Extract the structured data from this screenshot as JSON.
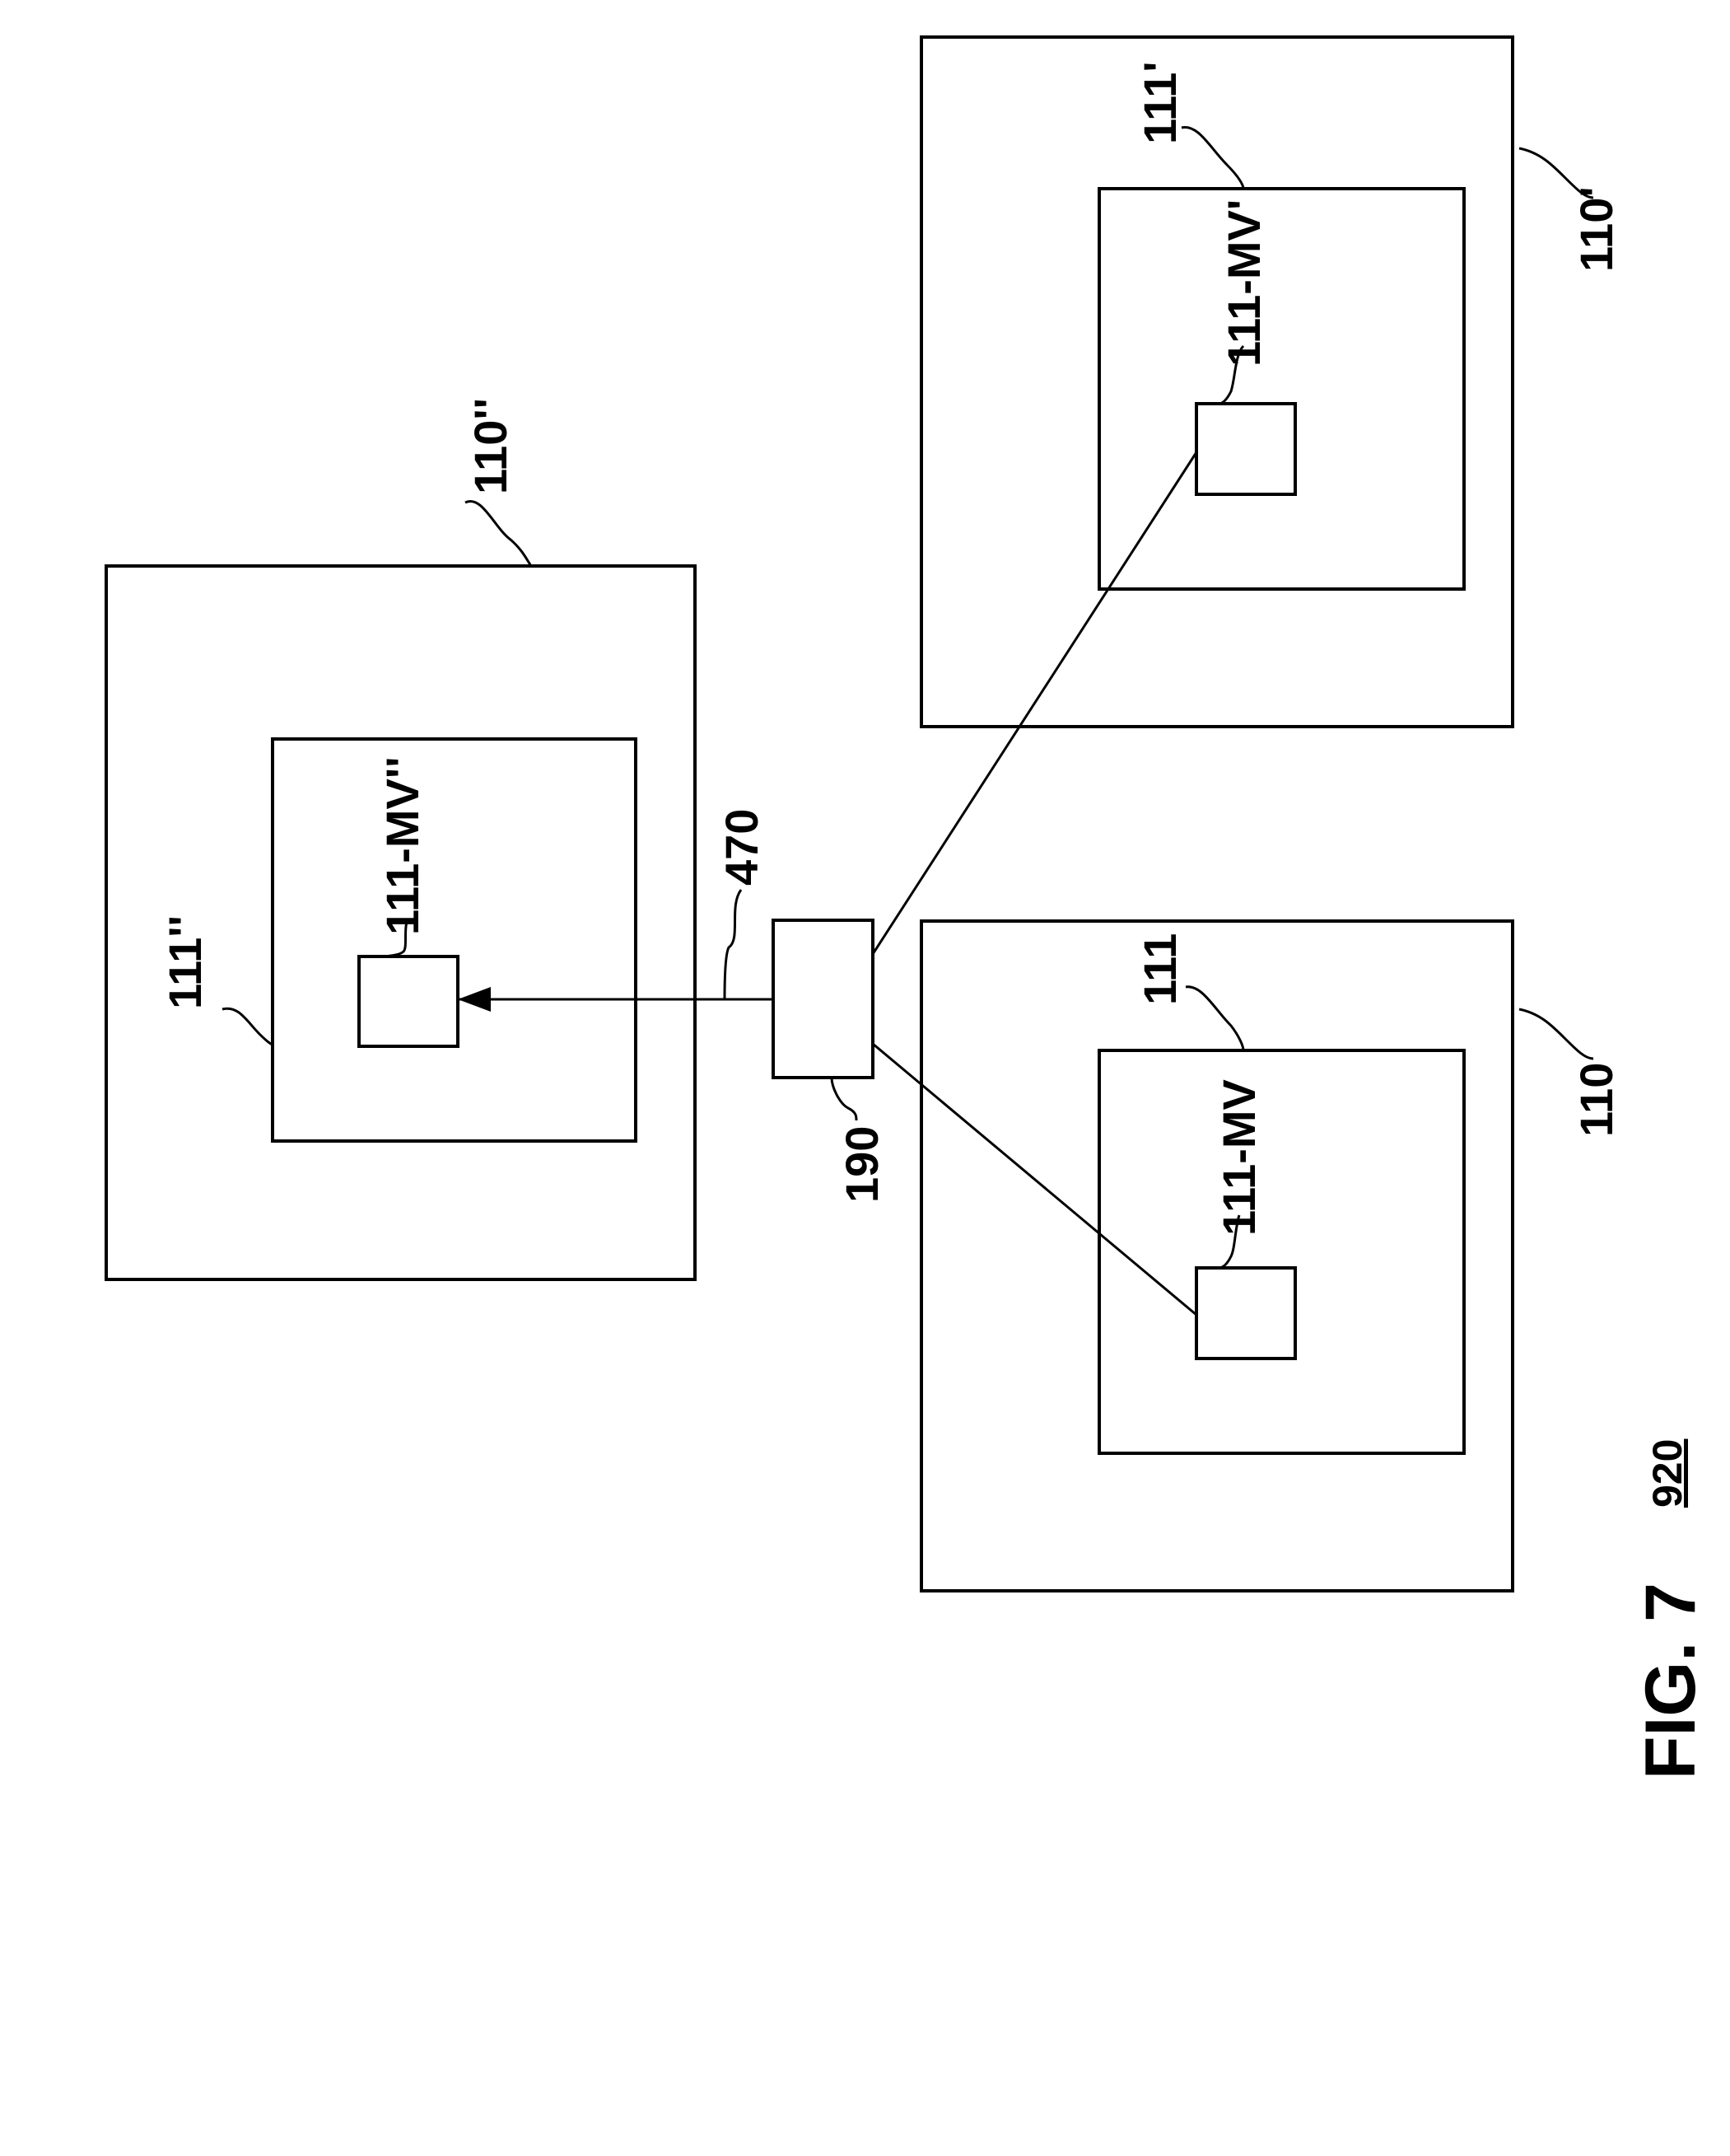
{
  "figure": {
    "title": "FIG. 7",
    "reference": "920"
  },
  "labels": {
    "system_top_left": "110''",
    "system_top_right": "110'",
    "system_bottom_right": "110",
    "host_top_left": "111''",
    "host_top_right": "111'",
    "host_bottom_right": "111",
    "vm_top_left": "111-MV''",
    "vm_top_right": "111-MV'",
    "vm_bottom_right": "111-MV",
    "controller": "190",
    "migration_arrow": "470"
  }
}
